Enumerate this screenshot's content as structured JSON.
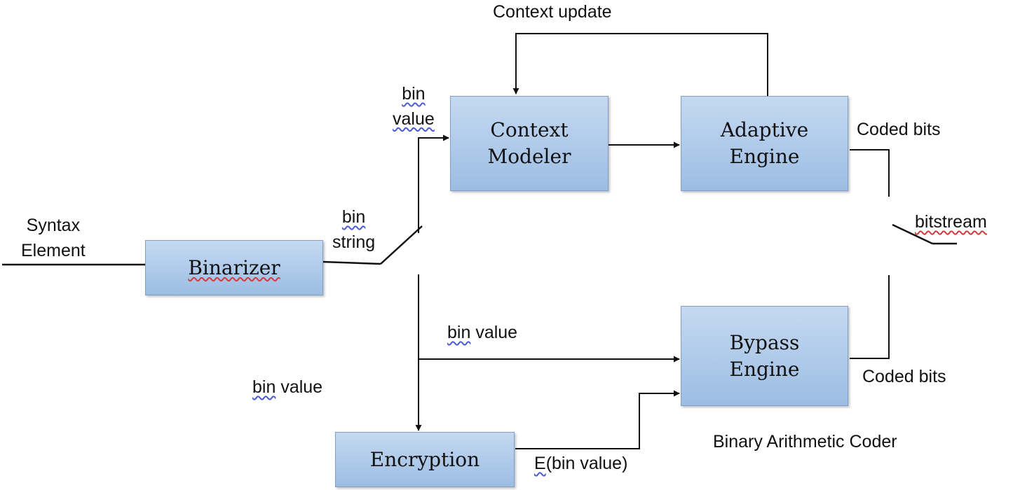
{
  "blocks": {
    "binarizer": "Binarizer",
    "context_modeler": "Context\nModeler",
    "adaptive_engine": "Adaptive\nEngine",
    "bypass_engine": "Bypass\nEngine",
    "encryption": "Encryption"
  },
  "labels": {
    "context_update": "Context update",
    "syntax_element": "Syntax\nElement",
    "bin_string_word1": "bin",
    "bin_string_word2": "string",
    "bin_value_top_word1": "bin",
    "bin_value_top_word2": "value",
    "coded_bits_top": "Coded bits",
    "bitstream": "bitstream",
    "bin_value_middle_bin": "bin",
    "bin_value_middle_value": " value",
    "bin_value_left_bin": "bin",
    "bin_value_left_value": " value",
    "coded_bits_bottom": "Coded bits",
    "binary_arithmetic_coder": "Binary Arithmetic Coder",
    "e_bin_value_e": "E",
    "e_bin_value_rest": "(bin value)"
  },
  "colors": {
    "box_fill_top": "#c5d9f1",
    "box_fill_bottom": "#9cbde3",
    "box_border": "#7f9fc9",
    "line": "#111111"
  }
}
